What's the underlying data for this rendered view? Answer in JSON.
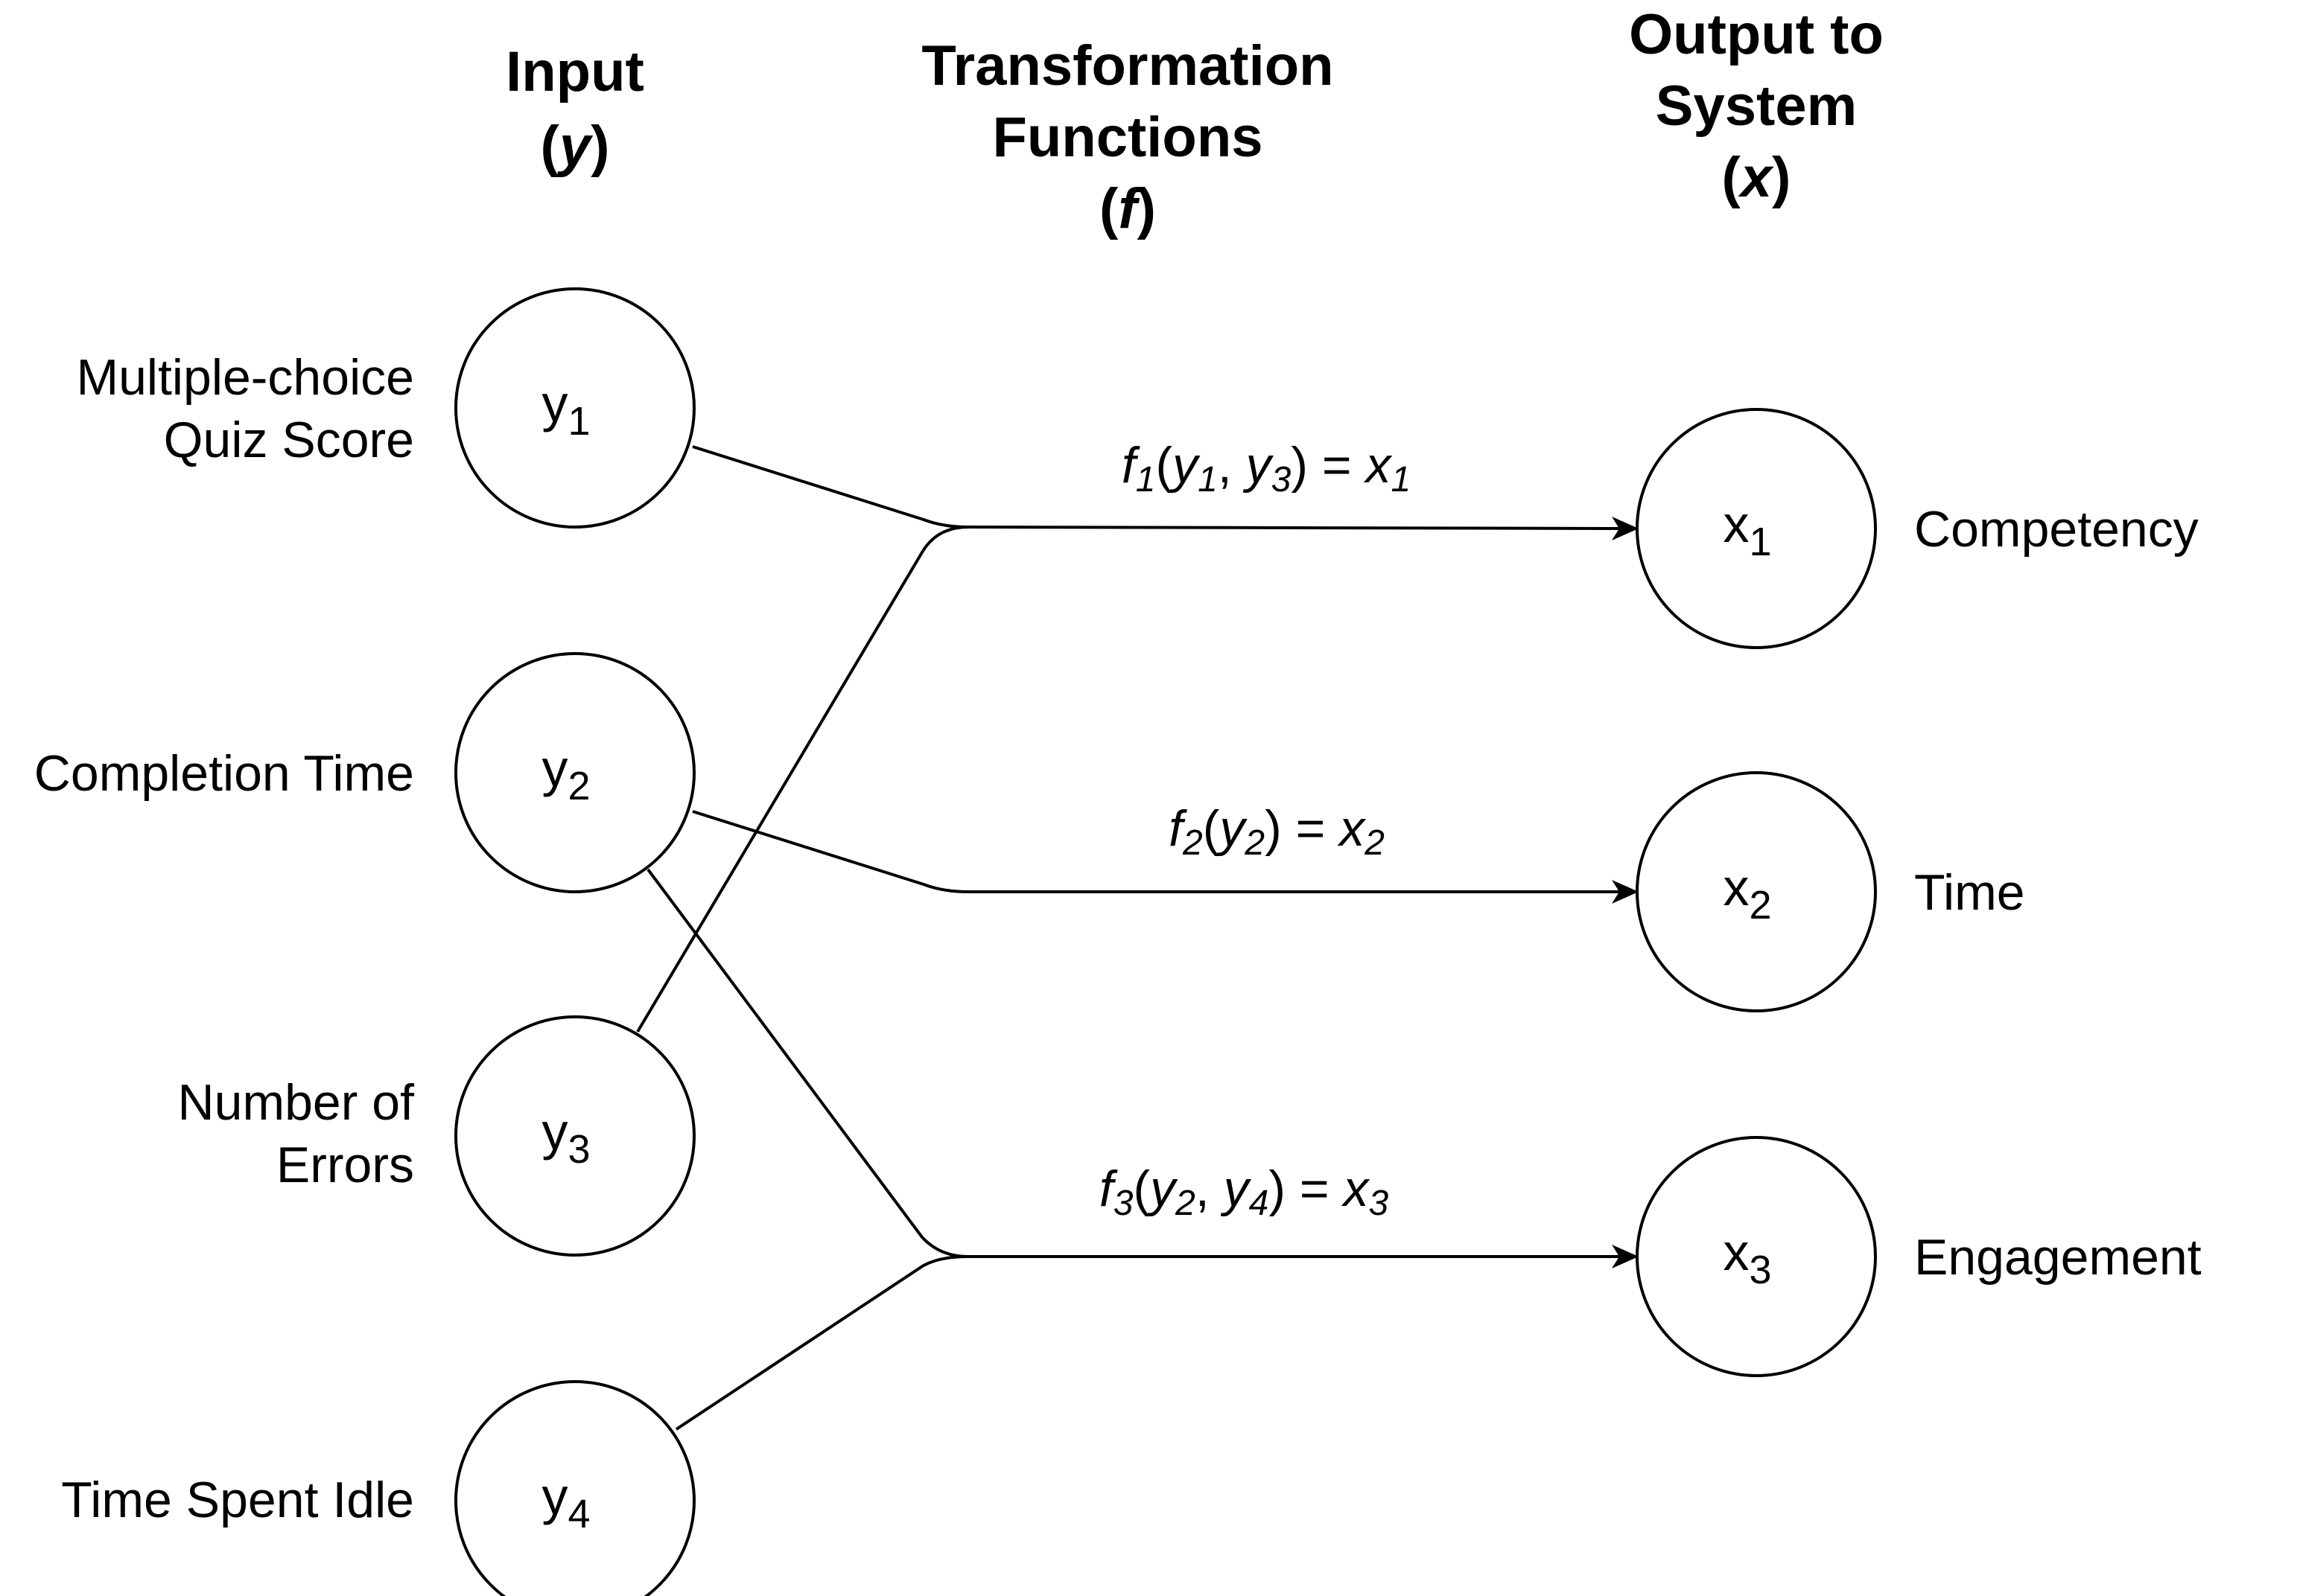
{
  "headers": {
    "input": {
      "line1": "Input",
      "var": "y"
    },
    "transform": {
      "line1": "Transformation",
      "line2": "Functions",
      "var": "f"
    },
    "output": {
      "line1": "Output to",
      "line2": "System",
      "var": "x"
    }
  },
  "inputs": [
    {
      "symbol": "y",
      "index": "1",
      "label_lines": [
        "Multiple-choice",
        "Quiz Score"
      ]
    },
    {
      "symbol": "y",
      "index": "2",
      "label_lines": [
        "Completion Time"
      ]
    },
    {
      "symbol": "y",
      "index": "3",
      "label_lines": [
        "Number of",
        "Errors"
      ]
    },
    {
      "symbol": "y",
      "index": "4",
      "label_lines": [
        "Time Spent Idle"
      ]
    }
  ],
  "outputs": [
    {
      "symbol": "x",
      "index": "1",
      "label": "Competency"
    },
    {
      "symbol": "x",
      "index": "2",
      "label": "Time"
    },
    {
      "symbol": "x",
      "index": "3",
      "label": "Engagement"
    }
  ],
  "functions": [
    {
      "name": "f",
      "index": "1",
      "args": [
        {
          "symbol": "y",
          "index": "1"
        },
        {
          "symbol": "y",
          "index": "3"
        }
      ],
      "result": {
        "symbol": "x",
        "index": "1"
      },
      "sources": [
        1,
        3
      ],
      "target": 1
    },
    {
      "name": "f",
      "index": "2",
      "args": [
        {
          "symbol": "y",
          "index": "2"
        }
      ],
      "result": {
        "symbol": "x",
        "index": "2"
      },
      "sources": [
        2
      ],
      "target": 2
    },
    {
      "name": "f",
      "index": "3",
      "args": [
        {
          "symbol": "y",
          "index": "2"
        },
        {
          "symbol": "y",
          "index": "4"
        }
      ],
      "result": {
        "symbol": "x",
        "index": "3"
      },
      "sources": [
        2,
        4
      ],
      "target": 3
    }
  ]
}
